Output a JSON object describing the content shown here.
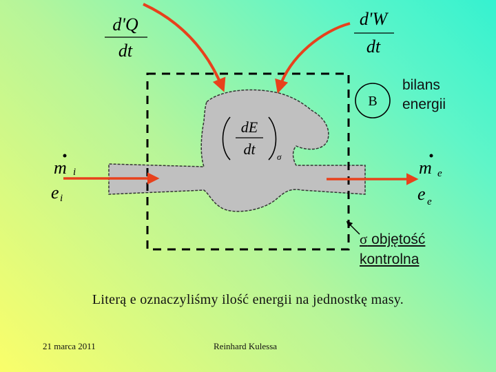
{
  "formulas": {
    "heat_num": "d'Q",
    "heat_den": "dt",
    "work_num": "d'W",
    "work_den": "dt",
    "energy_num": "dE",
    "energy_den": "dt",
    "energy_sub": "σ",
    "mass_in": "m",
    "mass_in_sub": "i",
    "mass_out": "m",
    "mass_out_sub": "e",
    "e_in": "e",
    "e_in_sub": "i",
    "e_out": "e",
    "e_out_sub": "e"
  },
  "circle_label": "B",
  "bilans_line1": "bilans",
  "bilans_line2": "energii",
  "sigma_symbol": "σ",
  "sigma_line1": " objętość",
  "sigma_line2": "kontrolna",
  "caption": "Literą e oznaczyliśmy ilość energii na jednostkę masy.",
  "footer_date": "21 marca 2011",
  "footer_author": "Reinhard Kulessa",
  "colors": {
    "arrow": "#e8411c",
    "body": "#c0c0c0",
    "boundary": "#000000"
  }
}
